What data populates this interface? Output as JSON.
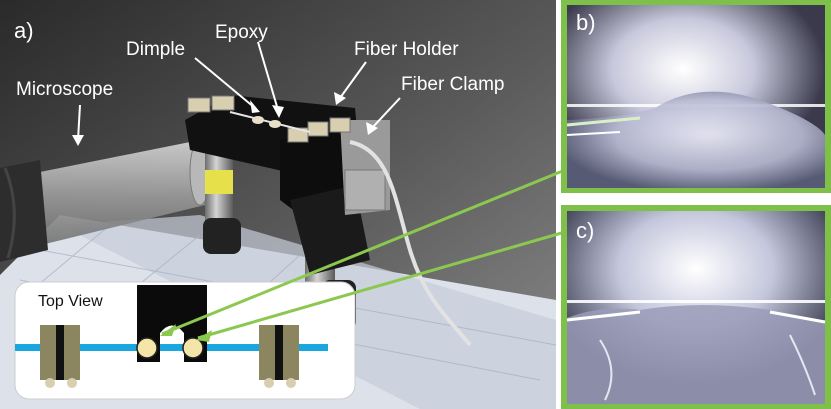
{
  "panels": {
    "a_label": "a)",
    "b_label": "b)",
    "c_label": "c)"
  },
  "labels": {
    "microscope": "Microscope",
    "dimple": "Dimple",
    "epoxy": "Epoxy",
    "fiber_holder": "Fiber Holder",
    "fiber_clamp": "Fiber Clamp",
    "top_view": "Top View"
  },
  "colors": {
    "pointer_green": "#8cc850",
    "panel_border": "#7fc04a",
    "fiber_blue": "#1aa7e0",
    "clamp_olive": "#8b8660",
    "background_dark": "#3a3a3a"
  }
}
